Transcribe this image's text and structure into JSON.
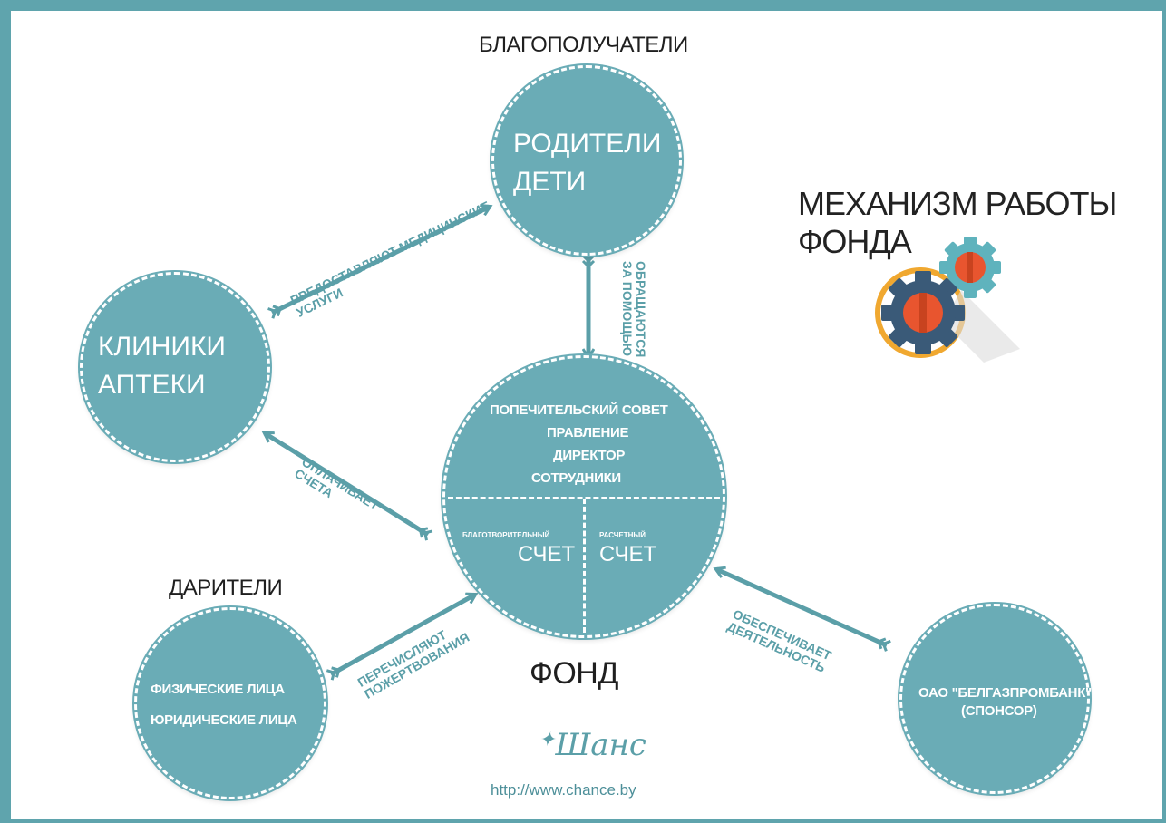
{
  "headings": {
    "beneficiaries": "БЛАГОПОЛУЧАТЕЛИ",
    "donors": "ДАРИТЕЛИ",
    "fund": "ФОНД",
    "title_line1": "МЕХАНИЗМ РАБОТЫ",
    "title_line2": "ФОНДА"
  },
  "nodes": {
    "parents_children": [
      "РОДИТЕЛИ",
      "ДЕТИ"
    ],
    "clinics": [
      "КЛИНИКИ",
      "АПТЕКИ"
    ],
    "fund_top": [
      "ПОПЕЧИТЕЛЬСКИЙ СОВЕТ",
      "ПРАВЛЕНИЕ",
      "ДИРЕКТОР",
      "СОТРУДНИКИ"
    ],
    "charity_account": {
      "small": "БЛАГОТВОРИТЕЛЬНЫЙ",
      "big": "СЧЕТ"
    },
    "settlement_account": {
      "small": "РАСЧЕТНЫЙ",
      "big": "СЧЕТ"
    },
    "donors_circle": [
      "ФИЗИЧЕСКИЕ ЛИЦА",
      "ЮРИДИЧЕСКИЕ ЛИЦА"
    ],
    "sponsor": [
      "ОАО \"БЕЛГАЗПРОМБАНК\"",
      "(СПОНСОР)"
    ]
  },
  "arrows": {
    "clinics_to_parents": [
      "ПРЕДОСТАВЛЯЮТ МЕДИЦИНСКИЕ",
      "УСЛУГИ"
    ],
    "parents_to_fund": [
      "ОБРАЩАЮТСЯ",
      "ЗА ПОМОЩЬЮ"
    ],
    "fund_to_clinics": [
      "ОПЛАЧИВАЕТ",
      "СЧЕТА"
    ],
    "donors_to_fund": [
      "ПЕРЕЧИСЛЯЮТ",
      "ПОЖЕРТВОВАНИЯ"
    ],
    "sponsor_to_fund": [
      "ОБЕСПЕЧИВАЕТ",
      "ДЕЯТЕЛЬНОСТЬ"
    ]
  },
  "footer": {
    "logo_text": "Шанс",
    "url": "http://www.chance.by"
  },
  "colors": {
    "accent": "#6aacb6",
    "frame": "#5fa4ad",
    "gear_dark": "#3a5a78",
    "gear_light": "#5fb3bd",
    "gear_center": "#e8552f",
    "gear_ring": "#f0a830"
  }
}
